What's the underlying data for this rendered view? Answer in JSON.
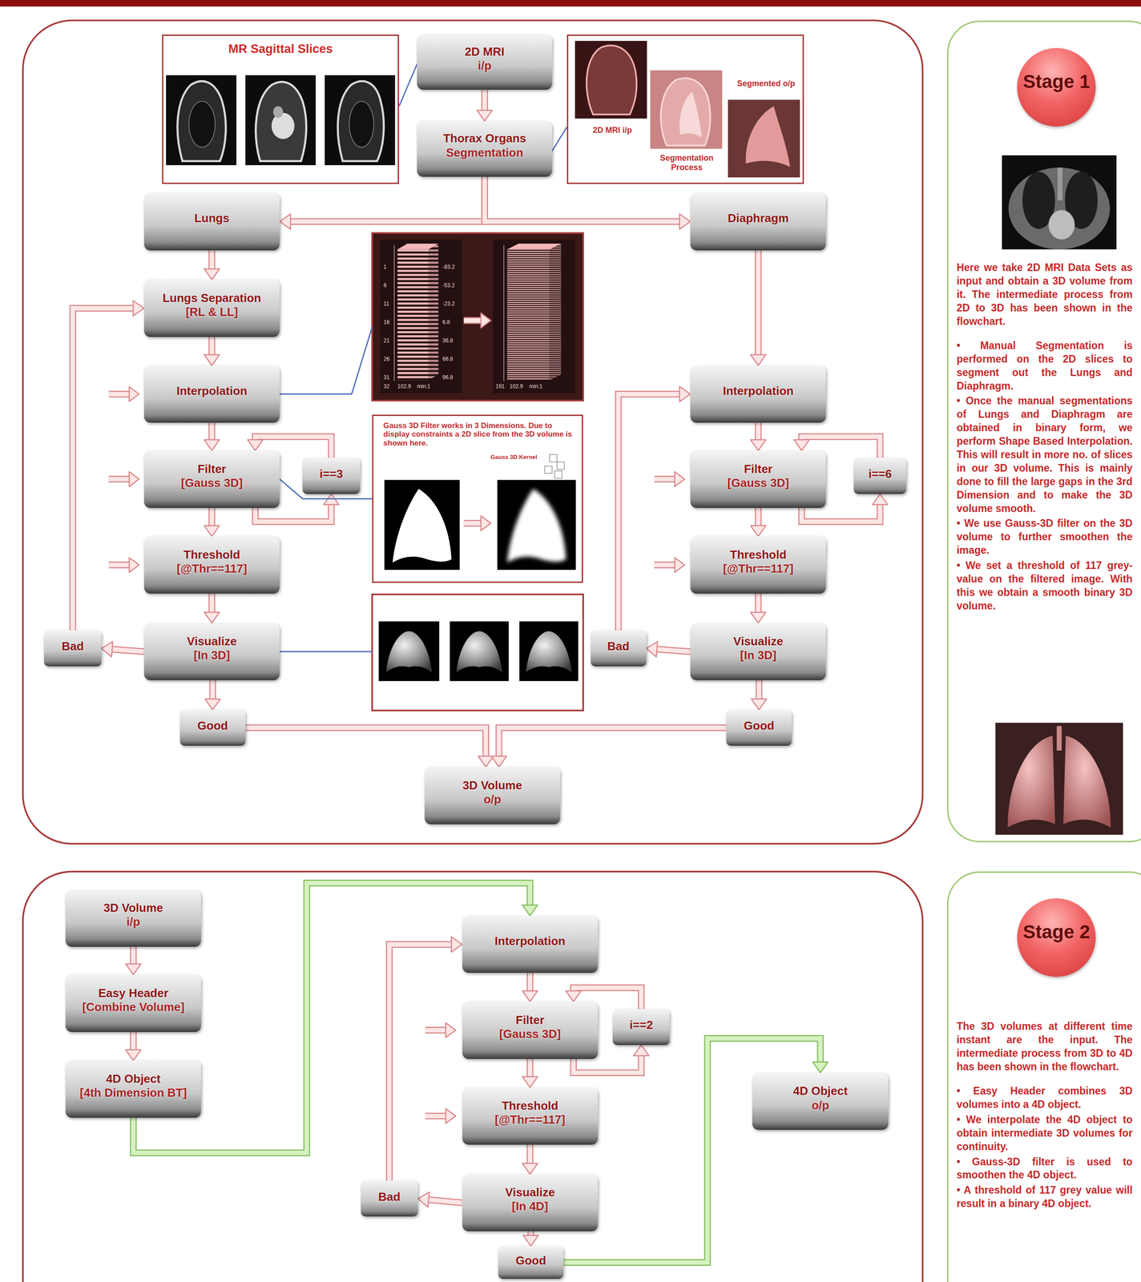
{
  "diagram": {
    "nodes": [
      {
        "text": [
          "MR Sagittal Slices"
        ]
      },
      {
        "text": [
          "2D MRI",
          "i/p"
        ]
      },
      {
        "text": [
          "Thorax Organs",
          "Segmentation"
        ]
      },
      {
        "text": [
          "2D MRI i/p",
          "Segmentation Process",
          "Segmented o/p"
        ]
      },
      {
        "text": [
          "Lungs"
        ]
      },
      {
        "text": [
          "Diaphragm"
        ]
      },
      {
        "text": [
          "Lungs Separation",
          "[RL & LL]"
        ]
      },
      {
        "text": [
          "Interpolation"
        ]
      },
      {
        "text": [
          "Filter",
          "[Gauss 3D]"
        ]
      },
      {
        "text": [
          "i==3"
        ]
      },
      {
        "text": [
          "Threshold",
          "[@Thr==117]"
        ]
      },
      {
        "text": [
          "Visualize",
          "[In 3D]"
        ]
      },
      {
        "text": [
          "Bad"
        ]
      },
      {
        "text": [
          "Good"
        ]
      },
      {
        "text": [
          "Gauss 3D Filter works in 3 Dimensions. Due to display constraints a 2D slice from the 3D volume is shown here.",
          "Gauss 3D Kernel"
        ]
      },
      {
        "text": [
          "Interpolation"
        ]
      },
      {
        "text": [
          "Filter",
          "[Gauss 3D]"
        ]
      },
      {
        "text": [
          "i==6"
        ]
      },
      {
        "text": [
          "Threshold",
          "[@Thr==117]"
        ]
      },
      {
        "text": [
          "Visualize",
          "[In 3D]"
        ]
      },
      {
        "text": [
          "Bad"
        ]
      },
      {
        "text": [
          "Good"
        ]
      },
      {
        "text": [
          "3D Volume",
          "o/p"
        ]
      },
      {
        "text": [
          "Here we take 2D MRI Data Sets as input and obtain a 3D volume from it. The intermediate process from 2D to 3D has been shown in the flowchart.",
          "• Manual Segmentation is performed on the 2D slices to segment out the Lungs and Diaphragm.",
          "• Once the manual segmentations of Lungs and Diaphragm are obtained in binary form, we perform Shape Based Interpolation. This will result in more no. of slices in our 3D volume. This is mainly done to fill the large gaps in the 3rd Dimension and to make the 3D volume smooth.",
          "• We use Gauss-3D filter on the 3D volume to further smoothen the image.",
          "• We set a threshold of 117 grey-value on the filtered image. With this we obtain a smooth binary 3D volume."
        ]
      },
      {
        "text": [
          "Stage 1"
        ],
        "in": 23
      },
      {
        "text": [
          "3D Volume",
          "i/p"
        ]
      },
      {
        "text": [
          "Easy Header",
          "[Combine Volume]"
        ]
      },
      {
        "text": [
          "4D Object",
          "[4th Dimension BT]"
        ]
      },
      {
        "text": [
          "Interpolation"
        ]
      },
      {
        "text": [
          "Filter",
          "[Gauss 3D]"
        ]
      },
      {
        "text": [
          "i==2"
        ]
      },
      {
        "text": [
          "Threshold",
          "[@Thr==117]"
        ]
      },
      {
        "text": [
          "Visualize",
          "[In 4D]"
        ]
      },
      {
        "text": [
          "Bad"
        ]
      },
      {
        "text": [
          "Good"
        ]
      },
      {
        "text": [
          "4D Object",
          "o/p"
        ]
      },
      {
        "text": [
          "The 3D volumes at different time instant are the input. The intermediate process from 3D to 4D has been shown in the flowchart.",
          "• Easy Header combines 3D volumes into a 4D object.",
          "• We interpolate the 4D object to obtain intermediate 3D volumes for continuity.",
          "• Gauss-3D filter is used to smoothen the 4D object.",
          "• A threshold of 117 grey value will result in a binary 4D object."
        ]
      },
      {
        "text": [
          "Stage 2"
        ],
        "in": 36
      }
    ],
    "edges": [
      {
        "from": 1,
        "to": 2,
        "arrow": "to"
      },
      {
        "from": 0,
        "to": 1,
        "arrow": "none"
      },
      {
        "from": 2,
        "to": 3,
        "arrow": "none"
      },
      {
        "from": 2,
        "to": 4,
        "arrow": "to"
      },
      {
        "from": 2,
        "to": 5,
        "arrow": "to"
      },
      {
        "from": 4,
        "to": 6,
        "arrow": "to"
      },
      {
        "from": 6,
        "to": 7,
        "arrow": "to"
      },
      {
        "from": 7,
        "to": 8,
        "arrow": "to"
      },
      {
        "from": 8,
        "to": 9,
        "arrow": "to"
      },
      {
        "from": 9,
        "to": 8,
        "arrow": "to"
      },
      {
        "from": 8,
        "to": 14,
        "arrow": "none"
      },
      {
        "from": 8,
        "to": 10,
        "arrow": "to"
      },
      {
        "from": 10,
        "to": 11,
        "arrow": "to"
      },
      {
        "from": 11,
        "to": 12,
        "arrow": "to"
      },
      {
        "from": 12,
        "to": 6,
        "arrow": "to"
      },
      {
        "from": 11,
        "to": 13,
        "arrow": "to"
      },
      {
        "from": 13,
        "to": 22,
        "arrow": "to"
      },
      {
        "from": 5,
        "to": 15,
        "arrow": "to"
      },
      {
        "from": 15,
        "to": 16,
        "arrow": "to"
      },
      {
        "from": 16,
        "to": 17,
        "arrow": "to"
      },
      {
        "from": 17,
        "to": 16,
        "arrow": "to"
      },
      {
        "from": 16,
        "to": 18,
        "arrow": "to"
      },
      {
        "from": 18,
        "to": 19,
        "arrow": "to"
      },
      {
        "from": 19,
        "to": 20,
        "arrow": "to"
      },
      {
        "from": 20,
        "to": 15,
        "arrow": "to"
      },
      {
        "from": 19,
        "to": 21,
        "arrow": "to"
      },
      {
        "from": 21,
        "to": 22,
        "arrow": "to"
      },
      {
        "from": 25,
        "to": 26,
        "arrow": "to"
      },
      {
        "from": 26,
        "to": 27,
        "arrow": "to"
      },
      {
        "from": 27,
        "to": 28,
        "arrow": "to"
      },
      {
        "from": 28,
        "to": 29,
        "arrow": "to"
      },
      {
        "from": 29,
        "to": 30,
        "arrow": "to"
      },
      {
        "from": 30,
        "to": 29,
        "arrow": "to"
      },
      {
        "from": 29,
        "to": 31,
        "arrow": "to"
      },
      {
        "from": 31,
        "to": 32,
        "arrow": "to"
      },
      {
        "from": 32,
        "to": 33,
        "arrow": "to"
      },
      {
        "from": 33,
        "to": 28,
        "arrow": "to"
      },
      {
        "from": 32,
        "to": 34,
        "arrow": "to"
      },
      {
        "from": 34,
        "to": 35,
        "arrow": "to"
      }
    ],
    "labels": [
      "1",
      "6",
      "11",
      "16",
      "21",
      "26",
      "31",
      "-83.2",
      "-53.2",
      "-23.2",
      "6.8",
      "36.8",
      "66.8",
      "96.8",
      "32",
      "102.9",
      "min:1",
      "191",
      "102.9",
      "min:1"
    ]
  }
}
